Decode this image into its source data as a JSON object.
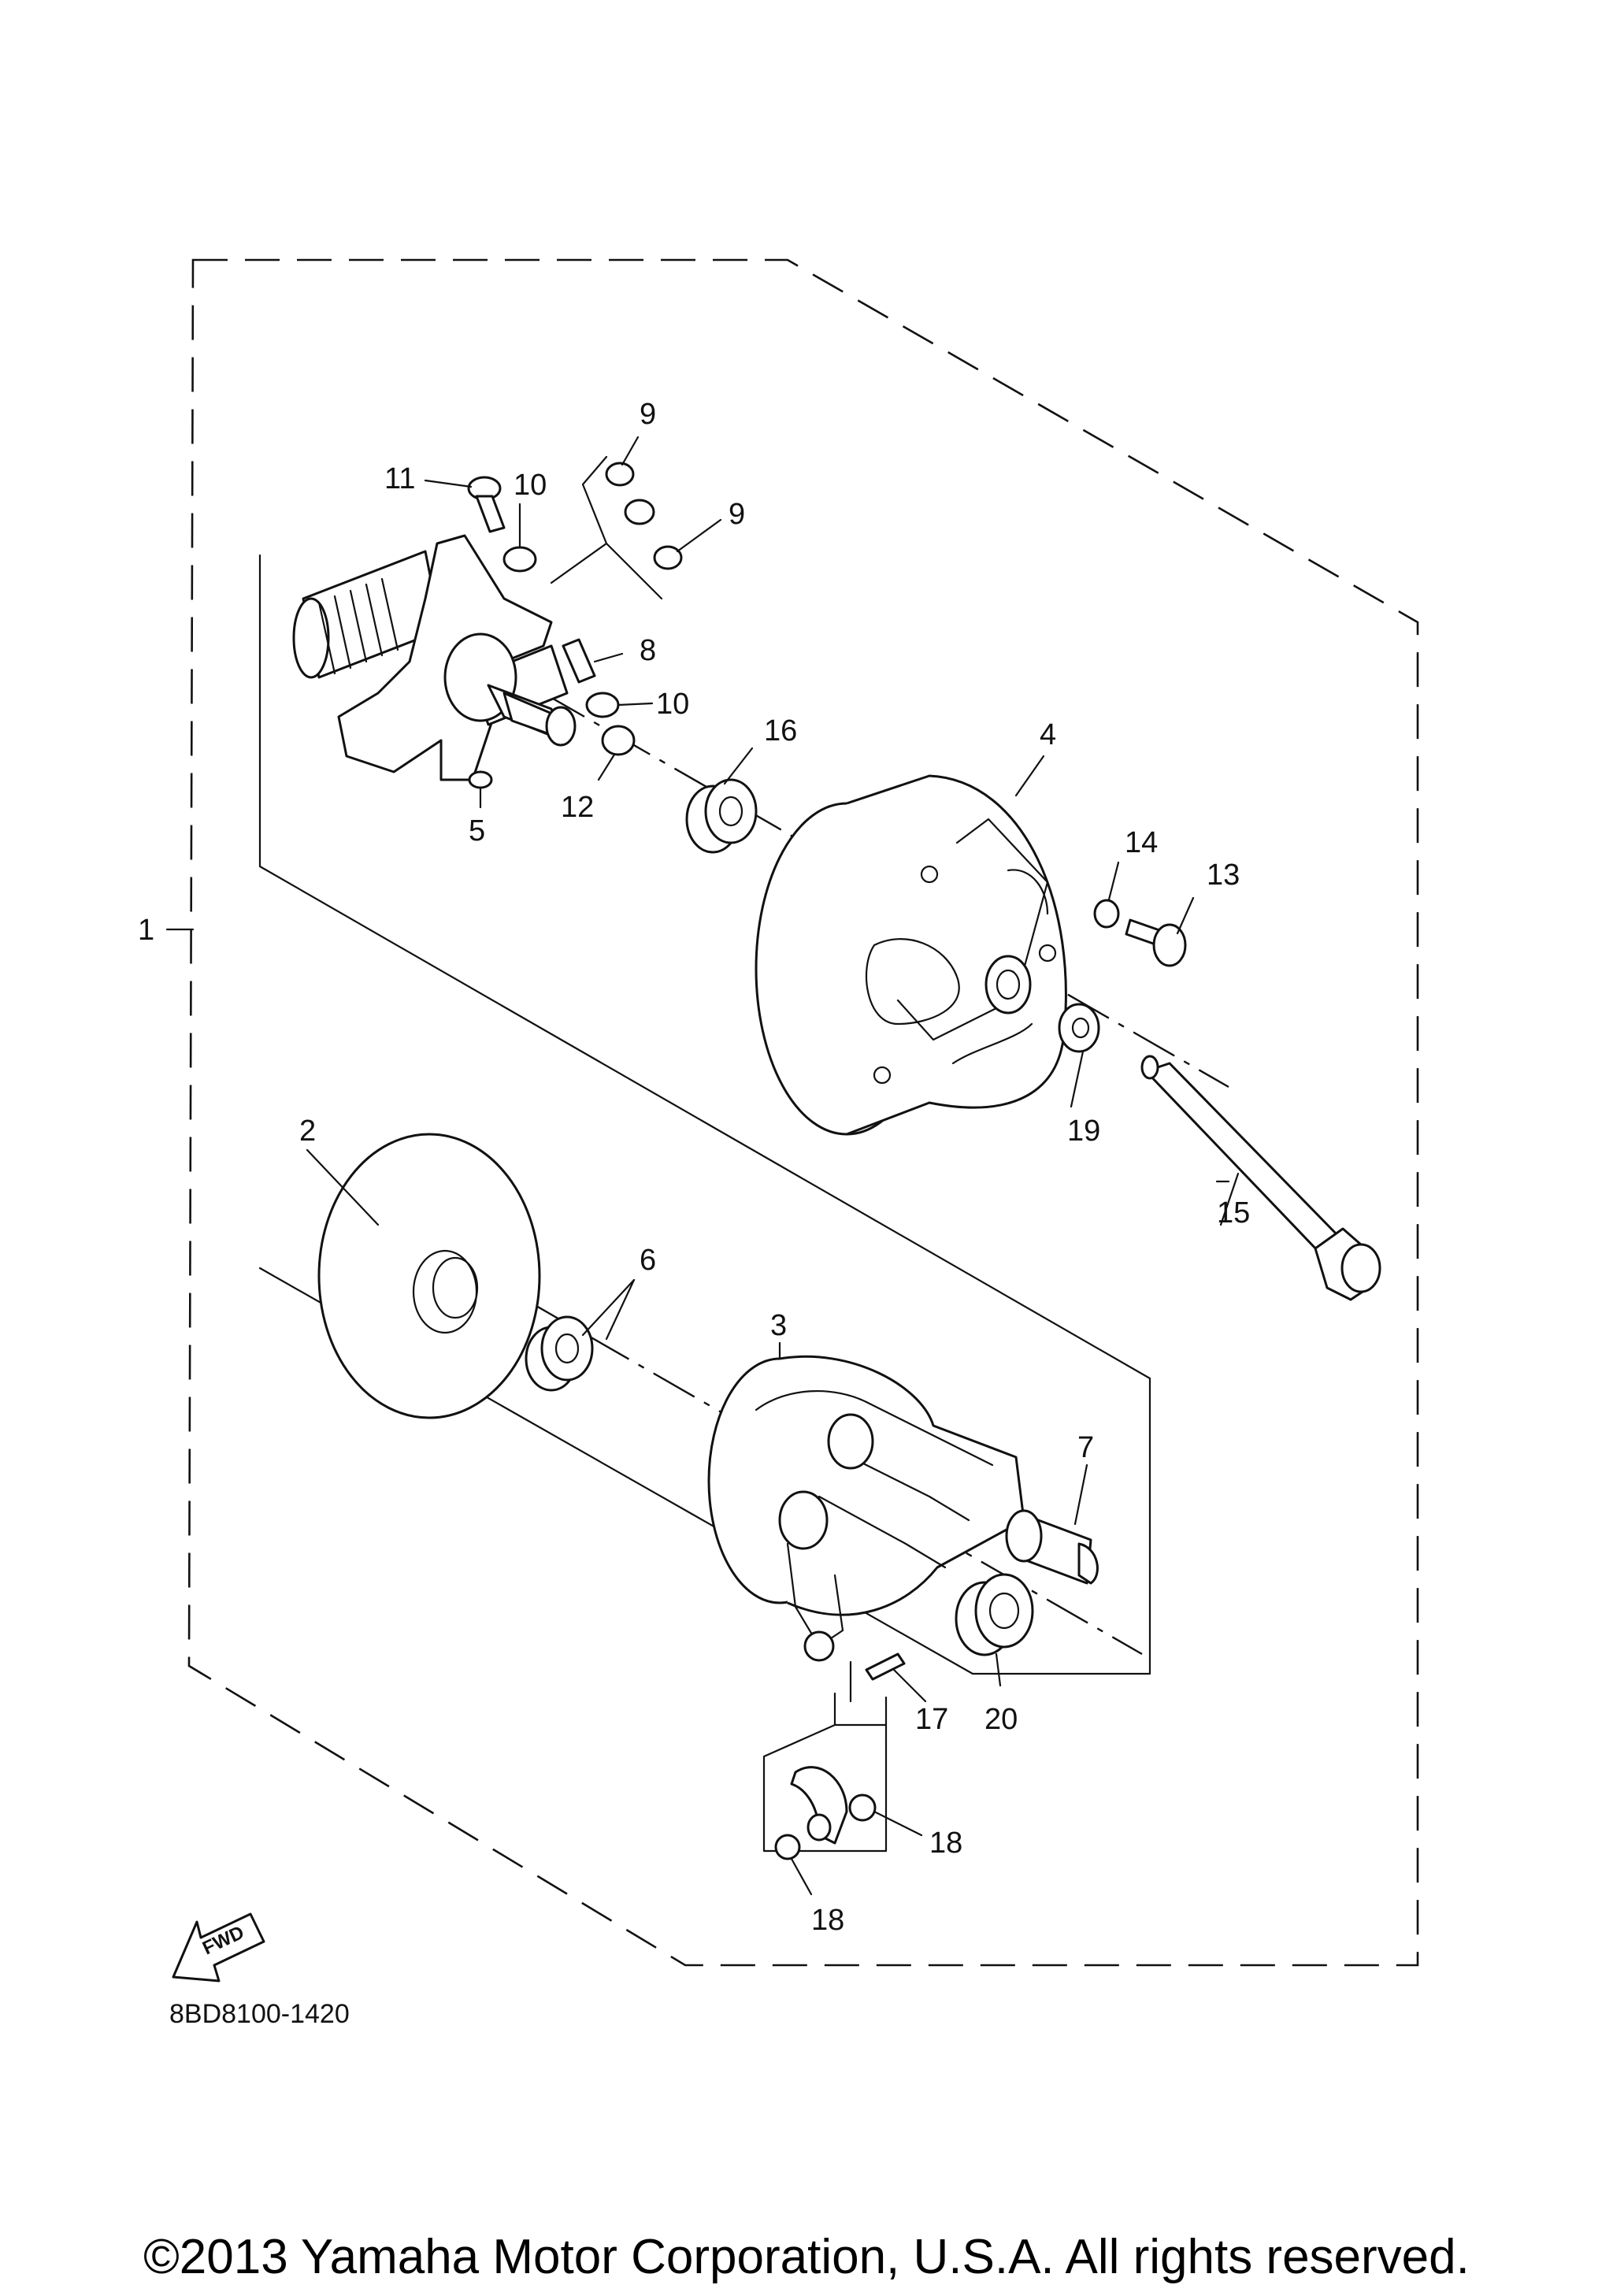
{
  "diagram_code": "8BD8100-1420",
  "fwd_label": "FWD",
  "copyright": "©2013 Yamaha Motor Corporation, U.S.A. All rights reserved.",
  "callouts": {
    "p1": "1",
    "p2": "2",
    "p3": "3",
    "p4": "4",
    "p5": "5",
    "p6": "6",
    "p7": "7",
    "p8": "8",
    "p9a": "9",
    "p9b": "9",
    "p10a": "10",
    "p10b": "10",
    "p11": "11",
    "p12": "12",
    "p13": "13",
    "p14": "14",
    "p15": "15",
    "p16": "16",
    "p17": "17",
    "p18a": "18",
    "p18b": "18",
    "p19": "19",
    "p20": "20"
  }
}
